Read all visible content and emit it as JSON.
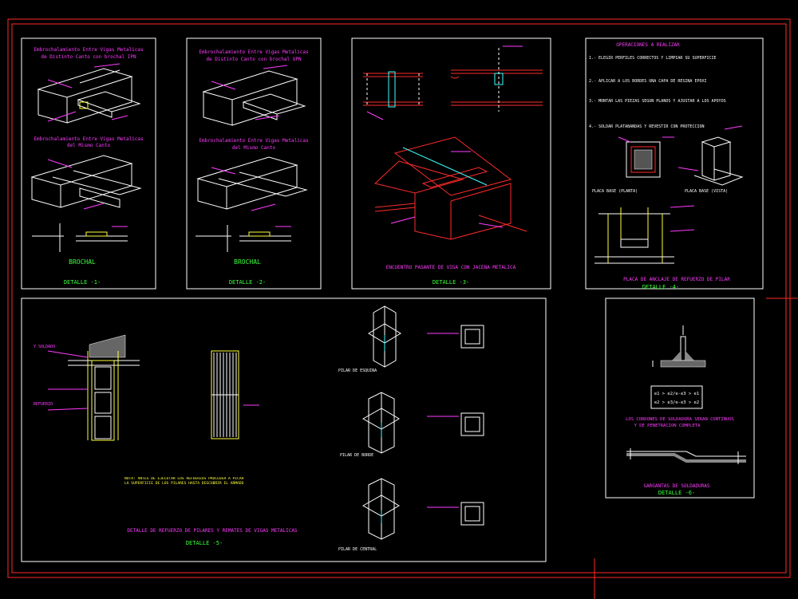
{
  "colors": {
    "background": "#000000",
    "panel_border": "#ffffff",
    "frame_red": "#ff2a2a",
    "label_magenta": "#ff3cff",
    "title_green": "#3cff3c",
    "dim_yellow": "#ffff3c",
    "weld_cyan": "#3cffff"
  },
  "detail1": {
    "title1a": "Embrochalamiento Entre Vigas Metalicas",
    "title1b": "de Distinto Canto con brochal IPN",
    "title2a": "Embrochalamiento Entre Vigas Metalicas",
    "title2b": "del Mismo Canto",
    "brochal": "BROCHAL",
    "detail": "DETALLE -1-"
  },
  "detail2": {
    "title1a": "Embrochalamiento Entre Vigas Metalicas",
    "title1b": "de Distinto Canto con brochal UPN",
    "title2a": "Embrochalamiento Entre Vigas Metalicas",
    "title2b": "del Mismo Canto",
    "brochal": "BROCHAL",
    "detail": "DETALLE -2-"
  },
  "detail3": {
    "caption": "ENCUENTRO PASANTE DE VIGA CON JACENA METALICA",
    "detail": "DETALLE -3-"
  },
  "detail4": {
    "title": "OPERACIONES A REALIZAR",
    "steps": [
      "1.- ELEGIR PERFILES CORRECTOS Y LIMPIAR SU SUPERFICIE",
      "2.- APLICAR A LOS BORDES UNA CAPA DE RESINA EPOXI",
      "3.- MONTAR LAS PIEZAS SEGUN PLANOS Y AJUSTAR A LOS APOYOS",
      "4.- SOLDAR PLATABANDAS Y REVESTIR CON PROTECCION"
    ],
    "plate_label": "PLACA BASE (PLANTA)",
    "plate_elev": "PLACA BASE (VISTA)",
    "caption": "PLACA DE ANCLAJE DE REFUERZO DE PILAR",
    "detail": "DETALLE -4-"
  },
  "detail5": {
    "note1": "Y SOLDADO",
    "note2": "REFUERZO",
    "pillar_corner": "PILAR DE ESQUINA",
    "pillar_edge": "PILAR DE BORDE",
    "pillar_center": "PILAR DE CENTRAL",
    "nota": "NOTA: ANTES DE EJECUTAR LOS REFUERZOS PROCEDER A PICAR LA SUPERFICIE DE LOS PILARES HASTA DESCUBRIR EL ARMADO",
    "caption": "DETALLE DE REFUERZO DE PILARES Y REMATES DE VIGAS METALICAS",
    "detail": "DETALLE -5-"
  },
  "detail6": {
    "formula1": "e1 > e2/e-e3 > e1",
    "formula2": "e2 > e3/e-e3 > e2",
    "note1": "LOS CORDONES DE SOLDADURA SERAN CONTINUOS",
    "note2": "Y DE PENETRACION COMPLETA",
    "caption": "GARGANTAS DE SOLDADURAS",
    "detail": "DETALLE -6-"
  }
}
